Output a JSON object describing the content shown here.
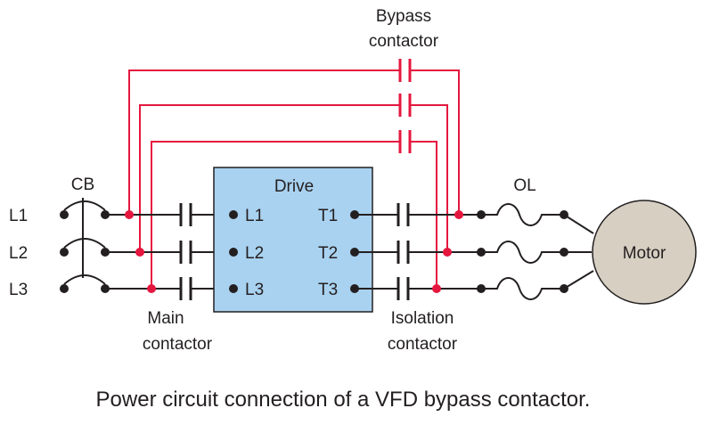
{
  "labels": {
    "bypass_contactor_line1": "Bypass",
    "bypass_contactor_line2": "contactor",
    "cb": "CB",
    "drive": "Drive",
    "ol": "OL",
    "motor": "Motor",
    "main_contactor_line1": "Main",
    "main_contactor_line2": "contactor",
    "isolation_contactor_line1": "Isolation",
    "isolation_contactor_line2": "contactor",
    "line_L1": "L1",
    "line_L2": "L2",
    "line_L3": "L3",
    "drive_in_L1": "L1",
    "drive_in_L2": "L2",
    "drive_in_L3": "L3",
    "drive_out_T1": "T1",
    "drive_out_T2": "T2",
    "drive_out_T3": "T3"
  },
  "caption": "Power circuit connection of a VFD bypass contactor.",
  "colors": {
    "wire": "#231f20",
    "bypass_wire": "#e5173f",
    "drive_fill": "#a9d2f0",
    "motor_fill": "#d6cfc2"
  }
}
